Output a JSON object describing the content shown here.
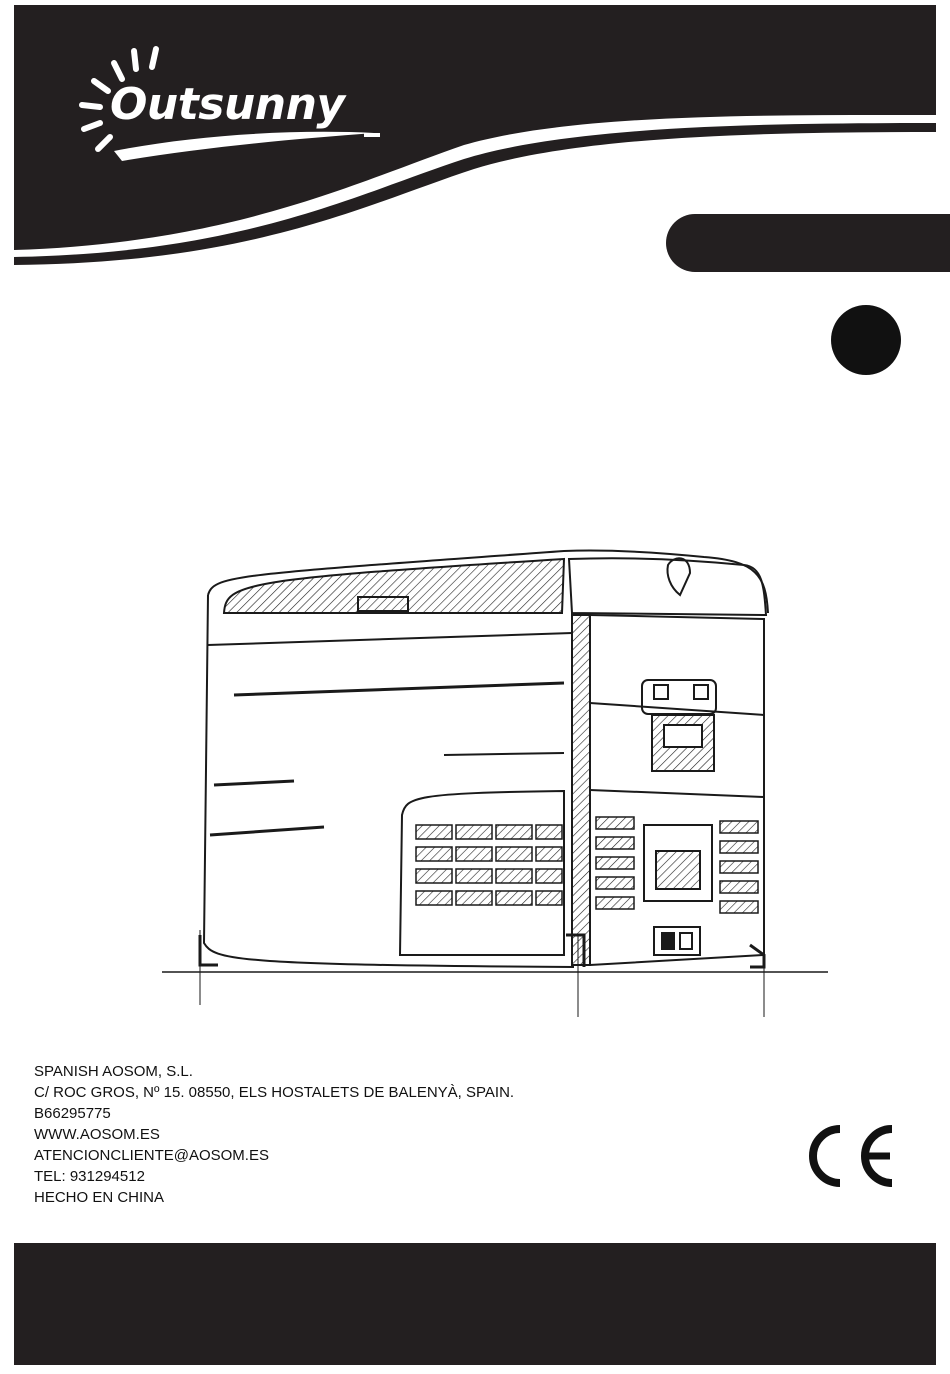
{
  "brand": {
    "name": "Outsunny"
  },
  "company": {
    "lines": [
      "SPANISH AOSOM, S.L.",
      "C/ ROC GROS, Nº 15. 08550, ELS HOSTALETS DE BALENYÀ, SPAIN.",
      "B66295775",
      "WWW.AOSOM.ES",
      "ATENCIONCLIENTE@AOSOM.ES",
      "TEL: 931294512",
      "HECHO EN CHINA"
    ]
  },
  "colors": {
    "dark": "#231f20",
    "paper": "#ffffff"
  },
  "icons": {
    "mark": "ce-mark-icon",
    "product": "portable-fridge-illustration"
  }
}
